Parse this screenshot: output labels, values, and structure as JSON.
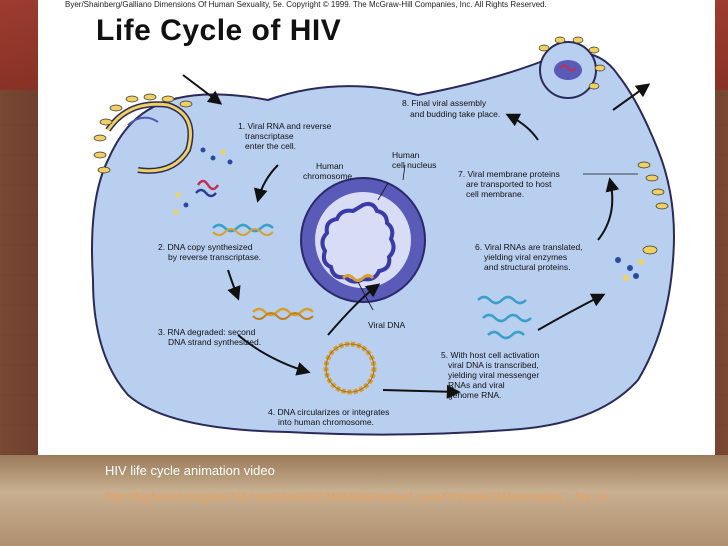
{
  "credit": "Byer/Shainberg/Galliano  Dimensions Of Human Sexuality, 5e. Copyright © 1999. The McGraw-Hill Companies, Inc. All Rights Reserved.",
  "title": "Life Cycle of HIV",
  "steps": {
    "s1": [
      "1. Viral RNA and reverse",
      "transcriptase",
      "enter the cell."
    ],
    "s2": [
      "2. DNA copy synthesized",
      "by reverse transcriptase."
    ],
    "s3": [
      "3. RNA degraded: second",
      "DNA strand synthesized."
    ],
    "s4": [
      "4. DNA circularizes or integrates",
      "into human chromosome."
    ],
    "s5": [
      "5. With host cell activation",
      "viral DNA is transcribed,",
      "yielding viral messenger",
      "RNAs and viral",
      "genome RNA."
    ],
    "s6": [
      "6. Viral RNAs are translated,",
      "yielding viral enzymes",
      "and structural proteins."
    ],
    "s7": [
      "7. Viral membrane proteins",
      "are transported to host",
      "cell membrane."
    ],
    "s8": [
      "8. Final viral assembly",
      "and budding take place."
    ]
  },
  "labels": {
    "human_chromosome": [
      "Human",
      "chromosome"
    ],
    "cell_nucleus": [
      "Human",
      "cell nucleus"
    ],
    "viral_dna": "Viral DNA"
  },
  "caption": "HIV life cycle animation video",
  "link": "http://highered.mcgraw-hill.com/sites/0072495855/student_view0/chapter24/animation__hiv_re",
  "colors": {
    "cell_fill": "#b9cff0",
    "cell_stroke": "#2a2a5a",
    "nucleus_fill": "#5a5ab8",
    "nucleus_inner": "#d8dcf5",
    "chromosome": "#3a3aa8",
    "viral_dna": "#d8a030",
    "rna": "#3aa0c8",
    "link": "#e8a060"
  }
}
